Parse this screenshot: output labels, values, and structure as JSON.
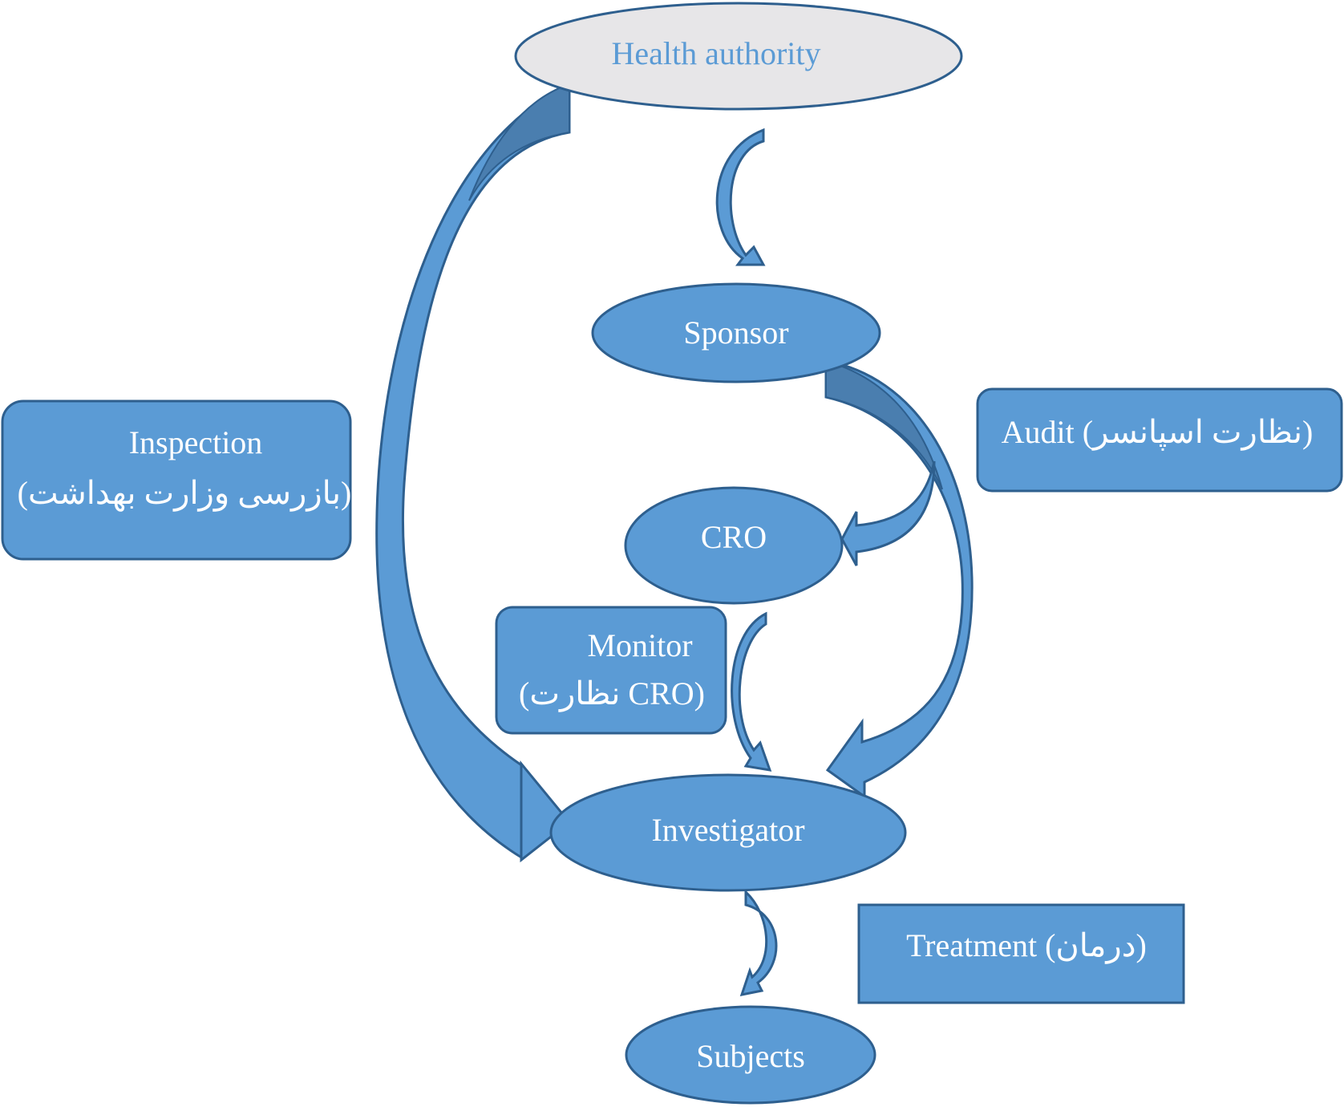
{
  "nodes": {
    "health_authority": "Health authority",
    "sponsor": "Sponsor",
    "cro": "CRO",
    "investigator": "Investigator",
    "subjects": "Subjects"
  },
  "labels": {
    "inspection_en": "Inspection",
    "inspection_fa": "(بازرسی وزارت بهداشت)",
    "audit": "Audit (نظارت اسپانسر)",
    "monitor_en": "Monitor",
    "monitor_fa": "(نظارت CRO)",
    "treatment": "Treatment (درمان)"
  },
  "colors": {
    "node_fill": "#5b9bd5",
    "node_stroke": "#2e5f8e",
    "top_node_fill": "#e7e6e8",
    "arrow_dark": "#4a7eaf"
  }
}
